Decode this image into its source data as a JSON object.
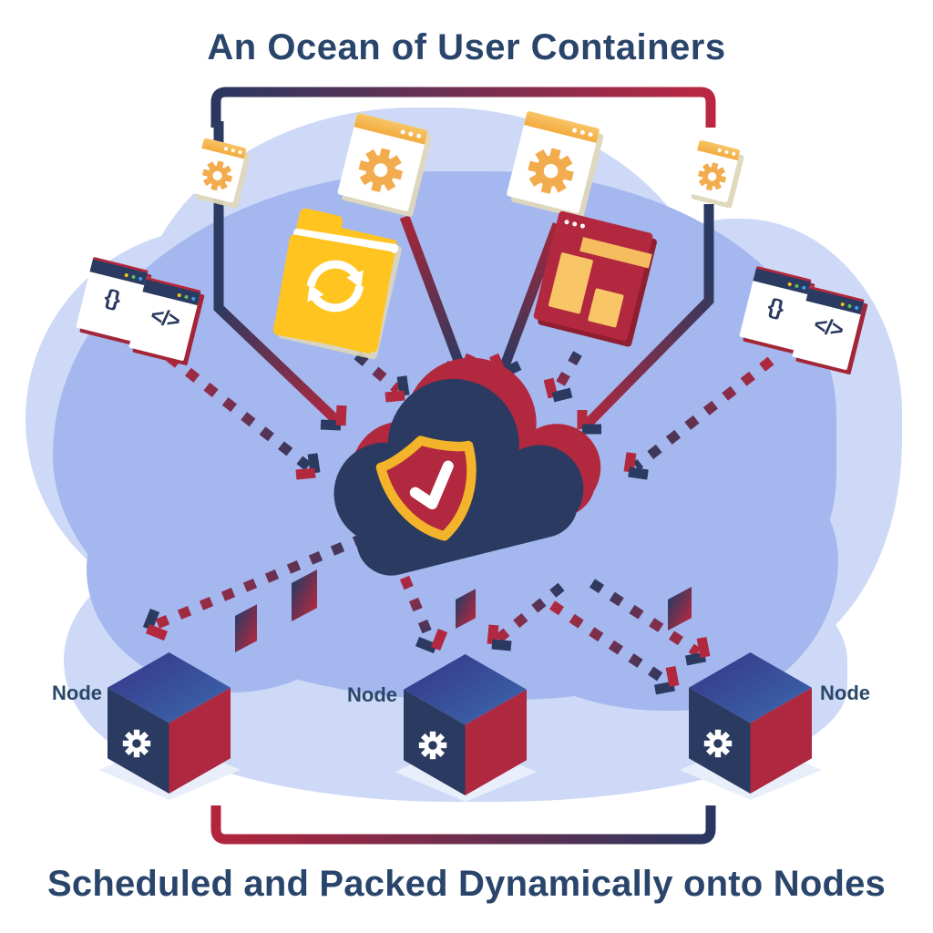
{
  "title": "An Ocean of User Containers",
  "caption": "Scheduled and Packed Dynamically onto Nodes",
  "nodes": [
    {
      "label": "Node"
    },
    {
      "label": "Node"
    },
    {
      "label": "Node"
    }
  ],
  "glyphs": {
    "braces": "{}",
    "code": "</>"
  },
  "icons": {
    "top_row": [
      "gear-window-icon",
      "gear-window-icon",
      "gear-window-icon",
      "gear-window-icon"
    ],
    "middle_row": [
      "folder-sync-icon",
      "layout-window-icon"
    ],
    "sides": [
      "braces-window-icon",
      "code-window-icon",
      "braces-window-icon",
      "code-window-icon"
    ],
    "center": "cloud-shield-check-icon",
    "node": "cube-gear-icon"
  },
  "colors": {
    "navy": "#2b3a60",
    "red": "#b2283e",
    "amber": "#f3ab3f",
    "yellow": "#ffc41f",
    "blob_light": "#cdd9f6",
    "blob_main": "#a5b7ef",
    "text": "#2a456b",
    "gold": "#f3b32a"
  }
}
